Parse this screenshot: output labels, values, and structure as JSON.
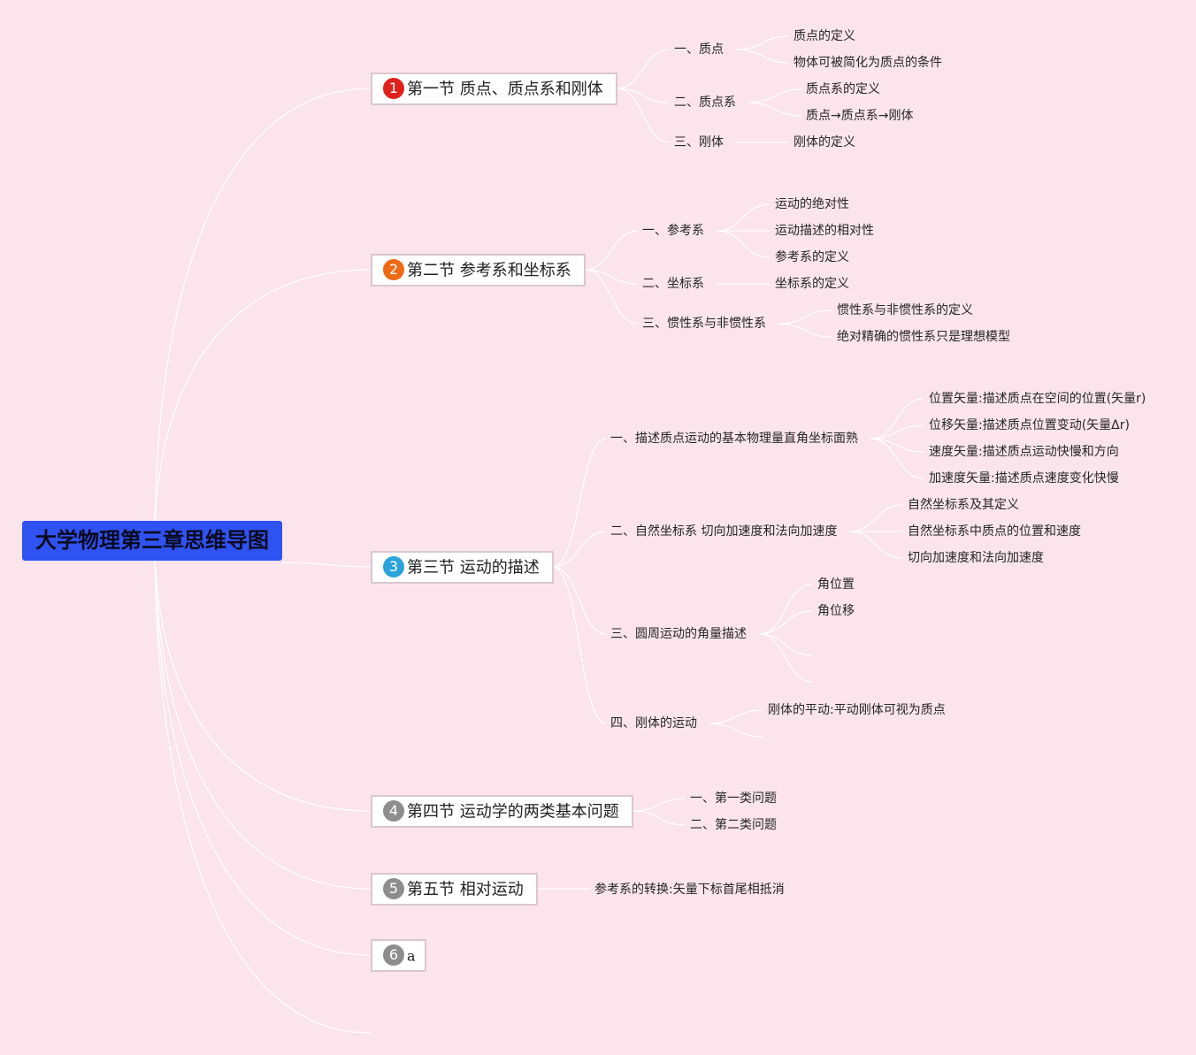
{
  "title": "大学物理第三章思维导图",
  "colors": {
    "background": "#fbe4ec",
    "root": "#2f52f2",
    "line": "#ffffff",
    "num1": "#e0201b",
    "num2": "#ee6a14",
    "num3": "#2aa3dd",
    "num_gray": "#8d8d8d"
  },
  "sections": [
    {
      "num": "1",
      "label": "第一节 质点、质点系和刚体",
      "children": [
        {
          "label": "一、质点",
          "children": [
            "质点的定义",
            "物体可被简化为质点的条件"
          ]
        },
        {
          "label": "二、质点系",
          "children": [
            "质点系的定义",
            "质点→质点系→刚体"
          ]
        },
        {
          "label": "三、刚体",
          "children": [
            "刚体的定义"
          ]
        }
      ]
    },
    {
      "num": "2",
      "label": "第二节 参考系和坐标系",
      "children": [
        {
          "label": "一、参考系",
          "children": [
            "运动的绝对性",
            "运动描述的相对性",
            "参考系的定义"
          ]
        },
        {
          "label": "二、坐标系",
          "children": [
            "坐标系的定义"
          ]
        },
        {
          "label": "三、惯性系与非惯性系",
          "children": [
            "惯性系与非惯性系的定义",
            "绝对精确的惯性系只是理想模型"
          ]
        }
      ]
    },
    {
      "num": "3",
      "label": "第三节 运动的描述",
      "children": [
        {
          "label": "一、描述质点运动的基本物理量直角坐标面熟",
          "children": [
            "位置矢量:描述质点在空间的位置(矢量r)",
            "位移矢量:描述质点位置变动(矢量Δr)",
            "速度矢量:描述质点运动快慢和方向",
            "加速度矢量:描述质点速度变化快慢"
          ]
        },
        {
          "label": "二、自然坐标系 切向加速度和法向加速度",
          "children": [
            "自然坐标系及其定义",
            "自然坐标系中质点的位置和速度",
            "切向加速度和法向加速度"
          ]
        },
        {
          "label": "三、圆周运动的角量描述",
          "children": [
            "角位置",
            "角位移"
          ]
        },
        {
          "label": "四、刚体的运动",
          "children": [
            "刚体的平动:平动刚体可视为质点"
          ]
        }
      ]
    },
    {
      "num": "4",
      "label": "第四节 运动学的两类基本问题",
      "children": [
        {
          "label": "一、第一类问题",
          "children": []
        },
        {
          "label": "二、第二类问题",
          "children": []
        }
      ]
    },
    {
      "num": "5",
      "label": "第五节 相对运动",
      "children": [
        {
          "label": "参考系的转换:矢量下标首尾相抵消",
          "children": []
        }
      ]
    },
    {
      "num": "6",
      "label": "a",
      "children": []
    }
  ]
}
